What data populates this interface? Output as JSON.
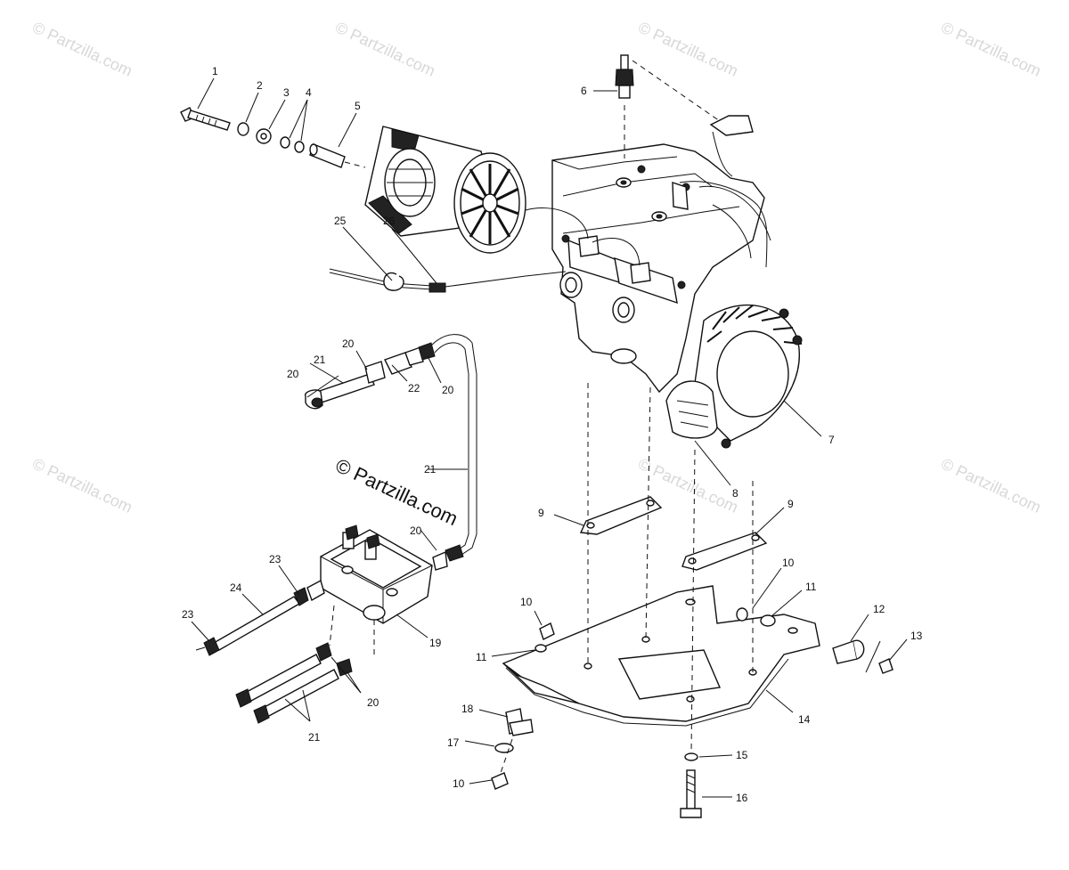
{
  "watermark": {
    "text": "© Partzilla.com",
    "main_text": "© Partzilla.com"
  },
  "callouts": [
    {
      "id": "c1",
      "text": "1"
    },
    {
      "id": "c2",
      "text": "2"
    },
    {
      "id": "c3",
      "text": "3"
    },
    {
      "id": "c4",
      "text": "4"
    },
    {
      "id": "c5",
      "text": "5"
    },
    {
      "id": "c6",
      "text": "6"
    },
    {
      "id": "c7",
      "text": "7"
    },
    {
      "id": "c8",
      "text": "8"
    },
    {
      "id": "c9a",
      "text": "9"
    },
    {
      "id": "c9b",
      "text": "9"
    },
    {
      "id": "c10a",
      "text": "10"
    },
    {
      "id": "c10b",
      "text": "10"
    },
    {
      "id": "c10c",
      "text": "10"
    },
    {
      "id": "c11a",
      "text": "11"
    },
    {
      "id": "c11b",
      "text": "11"
    },
    {
      "id": "c12",
      "text": "12"
    },
    {
      "id": "c13",
      "text": "13"
    },
    {
      "id": "c14",
      "text": "14"
    },
    {
      "id": "c15",
      "text": "15"
    },
    {
      "id": "c16",
      "text": "16"
    },
    {
      "id": "c17",
      "text": "17"
    },
    {
      "id": "c18",
      "text": "18"
    },
    {
      "id": "c19",
      "text": "19"
    },
    {
      "id": "c20a",
      "text": "20"
    },
    {
      "id": "c20b",
      "text": "20"
    },
    {
      "id": "c20c",
      "text": "20"
    },
    {
      "id": "c20d",
      "text": "20"
    },
    {
      "id": "c20e",
      "text": "20"
    },
    {
      "id": "c21a",
      "text": "21"
    },
    {
      "id": "c21b",
      "text": "21"
    },
    {
      "id": "c21c",
      "text": "21"
    },
    {
      "id": "c22",
      "text": "22"
    },
    {
      "id": "c23a",
      "text": "23"
    },
    {
      "id": "c23b",
      "text": "23"
    },
    {
      "id": "c24",
      "text": "24"
    },
    {
      "id": "c25",
      "text": "25"
    },
    {
      "id": "c26",
      "text": "26"
    }
  ]
}
